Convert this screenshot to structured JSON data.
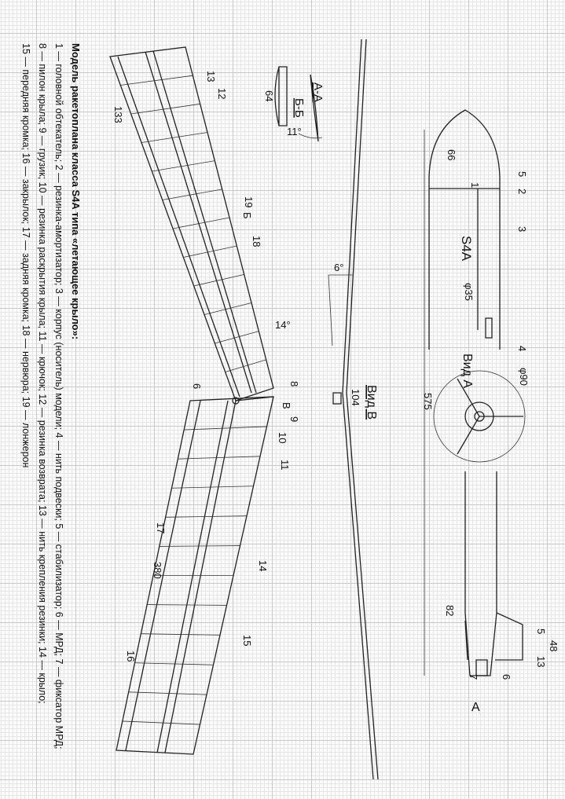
{
  "caption": {
    "title": "Модель ракетоплана класса S4A типа «летающее крыло»:",
    "line1": "1 — головной обтекатель; 2 — резинка-амортизатор; 3 — корпус (носитель) модели; 4 — нить подвески; 5 — стабилизатор; 6 — МРД; 7 — фиксатор МРД;",
    "line2": "8 — пилон крыла; 9 — грузик; 10 — резинка раскрытия крыла; 11 — крючок; 12 — резинка возврата; 13 — нить крепления резинки; 14 — крыло;",
    "line3": "15 — передняя кромка; 16 — закрылок; 17 — задняя кромка; 18 — нервюра; 19 — лонжерон"
  },
  "views": {
    "view_a": "Вид А",
    "view_b": "Вид В",
    "section_aa": "А-А",
    "section_bb": "Б-Б",
    "model_mark": "S4A",
    "arrow_a": "А",
    "arrow_b": "В",
    "arrow_bb": "Б"
  },
  "dimensions": {
    "length": "575",
    "nose": "66",
    "tail": "82",
    "fin_h": "48",
    "fin_5": "5",
    "fin_13": "13",
    "body_d": "φ35",
    "fin_span": "φ90",
    "wing_chord": "133",
    "wing_span": "380",
    "pylon": "104",
    "section_w": "64",
    "angle_6": "6°",
    "angle_11": "11°",
    "angle_14": "14°",
    "gap_6": "6"
  },
  "parts": [
    "1",
    "2",
    "3",
    "4",
    "5",
    "6",
    "7",
    "8",
    "9",
    "10",
    "11",
    "12",
    "13",
    "14",
    "15",
    "16",
    "17",
    "18",
    "19"
  ]
}
